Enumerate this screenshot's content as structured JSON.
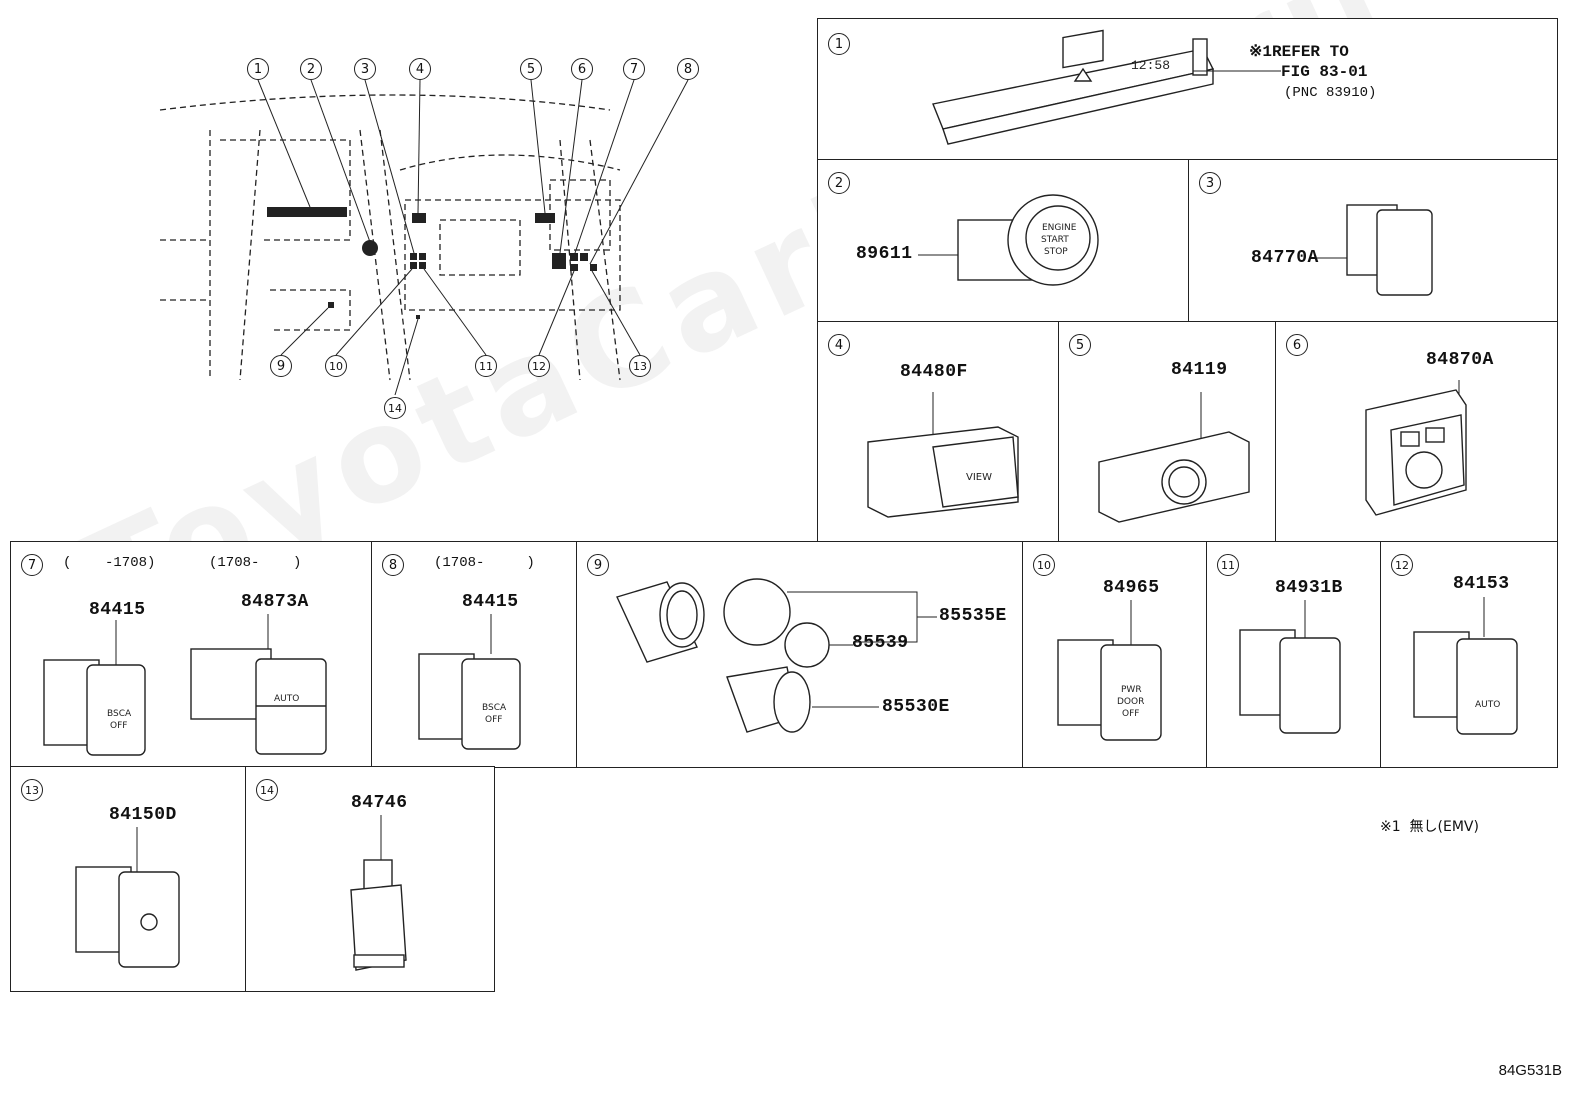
{
  "overview": {
    "callouts": [
      "1",
      "2",
      "3",
      "4",
      "5",
      "6",
      "7",
      "8",
      "9",
      "10",
      "11",
      "12",
      "13",
      "14"
    ]
  },
  "panels": {
    "p1": {
      "num": "1",
      "note_line1": "※1REFER TO",
      "note_line2": "FIG 83-01",
      "note_line3": "(PNC 83910)"
    },
    "p2": {
      "num": "2",
      "part": "89611"
    },
    "p3": {
      "num": "3",
      "part": "84770A"
    },
    "p4": {
      "num": "4",
      "part": "84480F"
    },
    "p5": {
      "num": "5",
      "part": "84119"
    },
    "p6": {
      "num": "6",
      "part": "84870A"
    },
    "p7": {
      "num": "7",
      "range_a": "(    -1708)",
      "range_b": "(1708-    )",
      "part_a": "84415",
      "part_b": "84873A"
    },
    "p8": {
      "num": "8",
      "range": "(1708-     )",
      "part": "84415"
    },
    "p9": {
      "num": "9",
      "part_a": "85535E",
      "part_b": "85539",
      "part_c": "85530E"
    },
    "p10": {
      "num": "10",
      "part": "84965"
    },
    "p11": {
      "num": "11",
      "part": "84931B"
    },
    "p12": {
      "num": "12",
      "part": "84153"
    },
    "p13": {
      "num": "13",
      "part": "84150D"
    },
    "p14": {
      "num": "14",
      "part": "84746"
    }
  },
  "footnote": "※1  無し(EMV)",
  "drawing_code": "84G531B",
  "watermark": "ToyotaCarMine.ru"
}
